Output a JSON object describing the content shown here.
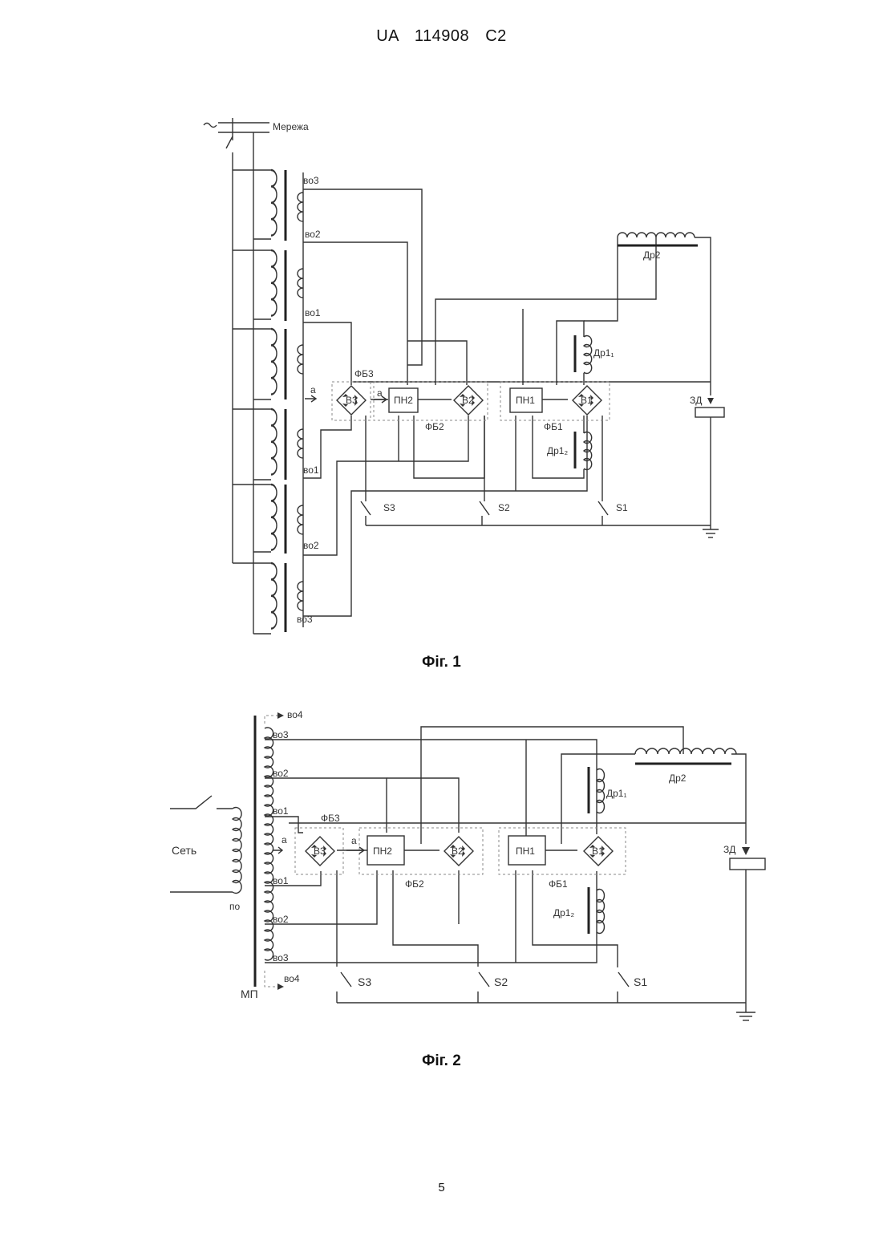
{
  "header": "UA 114908 C2",
  "page_number": "5",
  "fig1": {
    "caption": "Фіг. 1",
    "network": "Мережа",
    "windings": [
      "во3",
      "во2",
      "во1",
      "во1",
      "во2",
      "во3"
    ],
    "a1": "а",
    "a2": "а",
    "fb3": "ФБ3",
    "fb2": "ФБ2",
    "fb1": "ФБ1",
    "v3": "В3",
    "v2": "В2",
    "v1": "В1",
    "pn2": "ПН2",
    "pn1": "ПН1",
    "dr1a": "Др1₁",
    "dr1b": "Др1₂",
    "dr2": "Др2",
    "zd": "ЗД",
    "s3": "S3",
    "s2": "S2",
    "s1": "S1"
  },
  "fig2": {
    "caption": "Фіг. 2",
    "net": "Сеть",
    "po": "по",
    "mp": "МП",
    "vo4_top": "во4",
    "vo4_bottom": "во4",
    "windings": [
      "во3",
      "во2",
      "во1",
      "во1",
      "во2",
      "во3"
    ],
    "a1": "а",
    "a2": "а",
    "fb3": "ФБ3",
    "fb2": "ФБ2",
    "fb1": "ФБ1",
    "v3": "В3",
    "v2": "В2",
    "v1": "В1",
    "pn2": "ПН2",
    "pn1": "ПН1",
    "dr1a": "Др1₁",
    "dr1b": "Др1₂",
    "dr2": "Др2",
    "zd": "ЗД",
    "s3": "S3",
    "s2": "S2",
    "s1": "S1"
  }
}
